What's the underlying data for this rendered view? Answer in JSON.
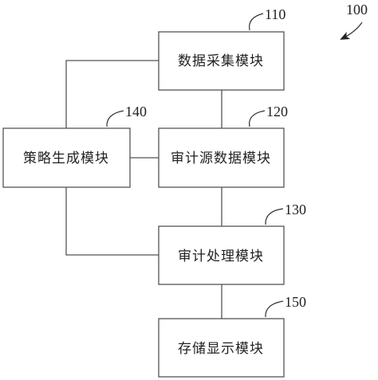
{
  "figure": {
    "system_ref": "100"
  },
  "modules": {
    "data_collection": {
      "label": "数据采集模块",
      "ref": "110"
    },
    "audit_source_data": {
      "label": "审计源数据模块",
      "ref": "120"
    },
    "audit_processing": {
      "label": "审计处理模块",
      "ref": "130"
    },
    "strategy_generation": {
      "label": "策略生成模块",
      "ref": "140"
    },
    "storage_display": {
      "label": "存储显示模块",
      "ref": "150"
    }
  }
}
